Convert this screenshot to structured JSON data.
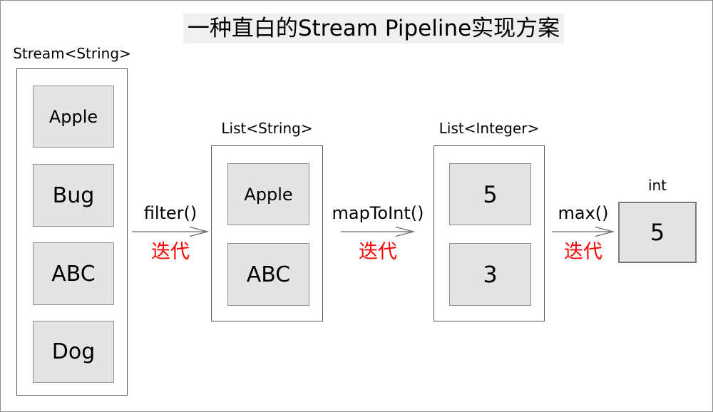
{
  "title": "一种直白的Stream Pipeline实现方案",
  "stages": [
    {
      "label": "Stream<String>",
      "items": [
        "Apple",
        "Bug",
        "ABC",
        "Dog"
      ]
    },
    {
      "label": "List<String>",
      "items": [
        "Apple",
        "ABC"
      ]
    },
    {
      "label": "List<Integer>",
      "items": [
        "5",
        "3"
      ]
    }
  ],
  "arrows": [
    {
      "op": "filter()",
      "note": "迭代"
    },
    {
      "op": "mapToInt()",
      "note": "迭代"
    },
    {
      "op": "max()",
      "note": "迭代"
    }
  ],
  "result": {
    "type_label": "int",
    "value": "5"
  },
  "colors": {
    "iterate_red": "#ff0000",
    "box_fill": "#e4e4e4",
    "box_border": "#8f8f8f",
    "container_border": "#595959",
    "arrow_gray": "#6b6b6b",
    "title_highlight": "#f0f0f0"
  }
}
